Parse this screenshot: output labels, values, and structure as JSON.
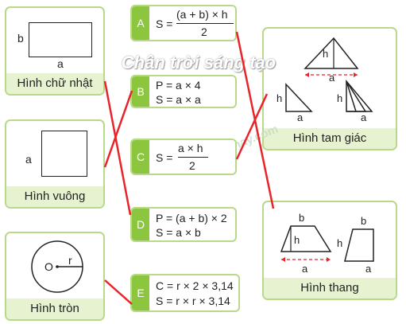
{
  "watermark": {
    "text": "Chân trời sáng tạo",
    "side_text": "Loigiaihay.com"
  },
  "shapes": {
    "rectangle": {
      "caption": "Hình chữ nhật",
      "side_b": "b",
      "side_a": "a"
    },
    "square": {
      "caption": "Hình vuông",
      "side_a": "a"
    },
    "circle": {
      "caption": "Hình tròn",
      "center": "O",
      "radius": "r"
    },
    "triangle": {
      "caption": "Hình tam giác",
      "h": "h",
      "a": "a"
    },
    "trapezoid": {
      "caption": "Hình thang",
      "b": "b",
      "h": "h",
      "a": "a"
    }
  },
  "formulas": [
    {
      "letter": "A",
      "lines": [
        "S = ",
        "(a + b) × h",
        "2"
      ]
    },
    {
      "letter": "B",
      "lines": [
        "P = a × 4",
        "S = a × a"
      ]
    },
    {
      "letter": "C",
      "lines": [
        "S = ",
        "a × h",
        "2"
      ]
    },
    {
      "letter": "D",
      "lines": [
        "P = (a + b) × 2",
        "S = a × b"
      ]
    },
    {
      "letter": "E",
      "lines": [
        "C = r × 2 × 3,14",
        "S = r × r × 3,14"
      ]
    }
  ],
  "colors": {
    "card_border": "#b8d98a",
    "caption_bg": "#e6f2d0",
    "letter_bg": "#8cc63f",
    "connector": "#e8232a"
  }
}
